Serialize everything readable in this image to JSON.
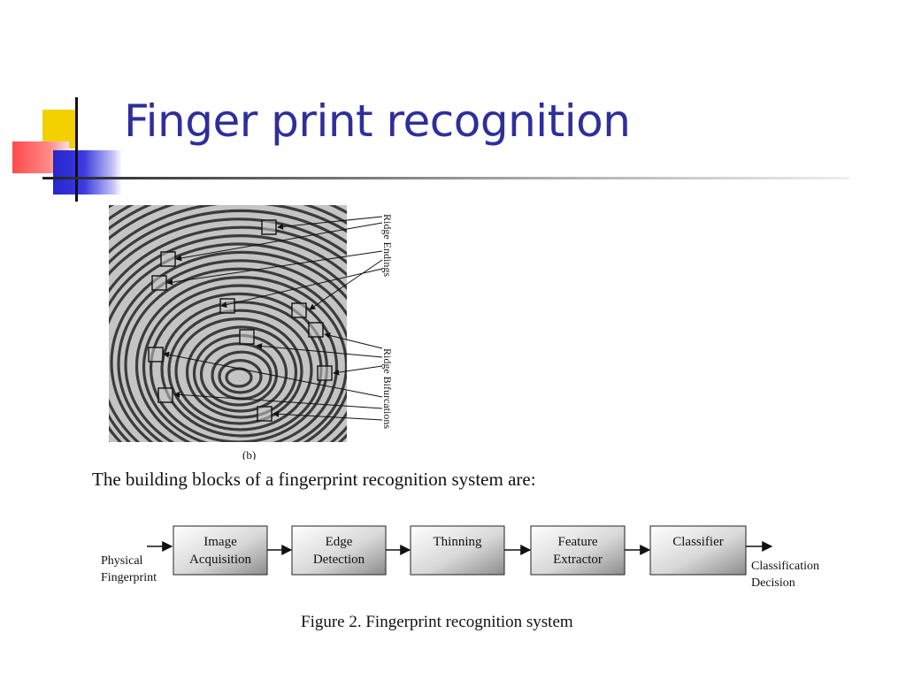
{
  "title": "Finger print recognition",
  "figure_b": {
    "label_ridge_endings": "Ridge Endings",
    "label_ridge_bifurcations": "Ridge Bifurcations",
    "sublabel": "(b)"
  },
  "intro": "The building blocks of a fingerprint recognition system are:",
  "pipeline": {
    "input_line1": "Physical",
    "input_line2": "Fingerprint",
    "blocks": [
      {
        "line1": "Image",
        "line2": "Acquisition"
      },
      {
        "line1": "Edge",
        "line2": "Detection"
      },
      {
        "line1": "Thinning",
        "line2": ""
      },
      {
        "line1": "Feature",
        "line2": "Extractor"
      },
      {
        "line1": "Classifier",
        "line2": ""
      }
    ],
    "output_line1": "Classification",
    "output_line2": "Decision"
  },
  "caption": "Figure 2. Fingerprint recognition system",
  "colors": {
    "title": "#2e2e9c",
    "accent_yellow": "#f5d000",
    "accent_red": "#ff4a4a",
    "accent_blue": "#2626cc"
  }
}
